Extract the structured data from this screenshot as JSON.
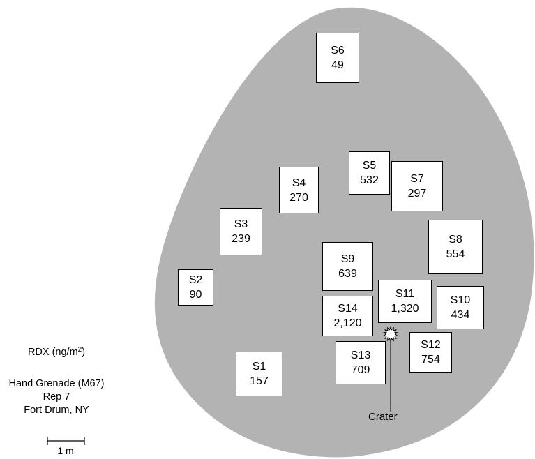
{
  "colors": {
    "plume_fill": "#b3b3b3",
    "sample_fill": "#ffffff",
    "outline": "#000000"
  },
  "samples": [
    {
      "id": "S1",
      "value": "157"
    },
    {
      "id": "S2",
      "value": "90"
    },
    {
      "id": "S3",
      "value": "239"
    },
    {
      "id": "S4",
      "value": "270"
    },
    {
      "id": "S5",
      "value": "532"
    },
    {
      "id": "S6",
      "value": "49"
    },
    {
      "id": "S7",
      "value": "297"
    },
    {
      "id": "S8",
      "value": "554"
    },
    {
      "id": "S9",
      "value": "639"
    },
    {
      "id": "S10",
      "value": "434"
    },
    {
      "id": "S11",
      "value": "1,320"
    },
    {
      "id": "S12",
      "value": "754"
    },
    {
      "id": "S13",
      "value": "709"
    },
    {
      "id": "S14",
      "value": "2,120"
    }
  ],
  "legend": {
    "units_prefix": "RDX (ng/m",
    "units_exponent": "2",
    "units_suffix": ")",
    "munition": "Hand Grenade (M67)",
    "rep": "Rep 7",
    "site": "Fort Drum, NY"
  },
  "crater_label": "Crater",
  "scale": {
    "label": "1 m"
  },
  "icons": {
    "crater": "starburst-icon"
  }
}
